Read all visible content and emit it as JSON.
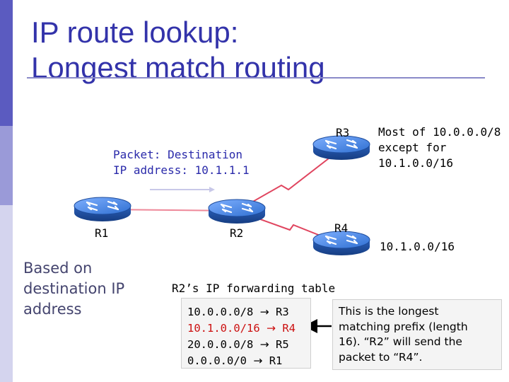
{
  "slide": {
    "title_line1": "IP route lookup:",
    "title_line2": "Longest match routing",
    "colors": {
      "title": "#3333aa",
      "accent_bar": "#5b5bc0",
      "highlight": "#cc1111",
      "link_red": "#e0455f",
      "router_blue": "#2f6fd1"
    }
  },
  "packet": {
    "line1": "Packet: Destination",
    "line2": "IP address: 10.1.1.1"
  },
  "routers": [
    {
      "label": "R1",
      "icon": "router-icon"
    },
    {
      "label": "R2",
      "icon": "router-icon"
    },
    {
      "label": "R3",
      "icon": "router-icon"
    },
    {
      "label": "R4",
      "icon": "router-icon"
    }
  ],
  "annotations": {
    "r3_line1": "Most of 10.0.0.0/8",
    "r3_line2": "except for",
    "r3_line3": "10.1.0.0/16",
    "r4": "10.1.0.0/16",
    "based_line1": "Based on",
    "based_line2": "destination IP",
    "based_line3": "address"
  },
  "table": {
    "title": "R2’s IP forwarding table",
    "rows": [
      {
        "prefix": "10.0.0.0/8",
        "arrow": "→",
        "next": "R3",
        "highlight": false
      },
      {
        "prefix": "10.1.0.0/16",
        "arrow": "→",
        "next": "R4",
        "highlight": true
      },
      {
        "prefix": "20.0.0.0/8",
        "arrow": "→",
        "next": "R5",
        "highlight": false
      },
      {
        "prefix": "0.0.0.0/0",
        "arrow": "→",
        "next": "R1",
        "highlight": false
      }
    ]
  },
  "note": {
    "line1": "This is the longest",
    "line2": "matching prefix (length",
    "line3": "16). “R2” will send the",
    "line4": "packet to “R4”."
  }
}
